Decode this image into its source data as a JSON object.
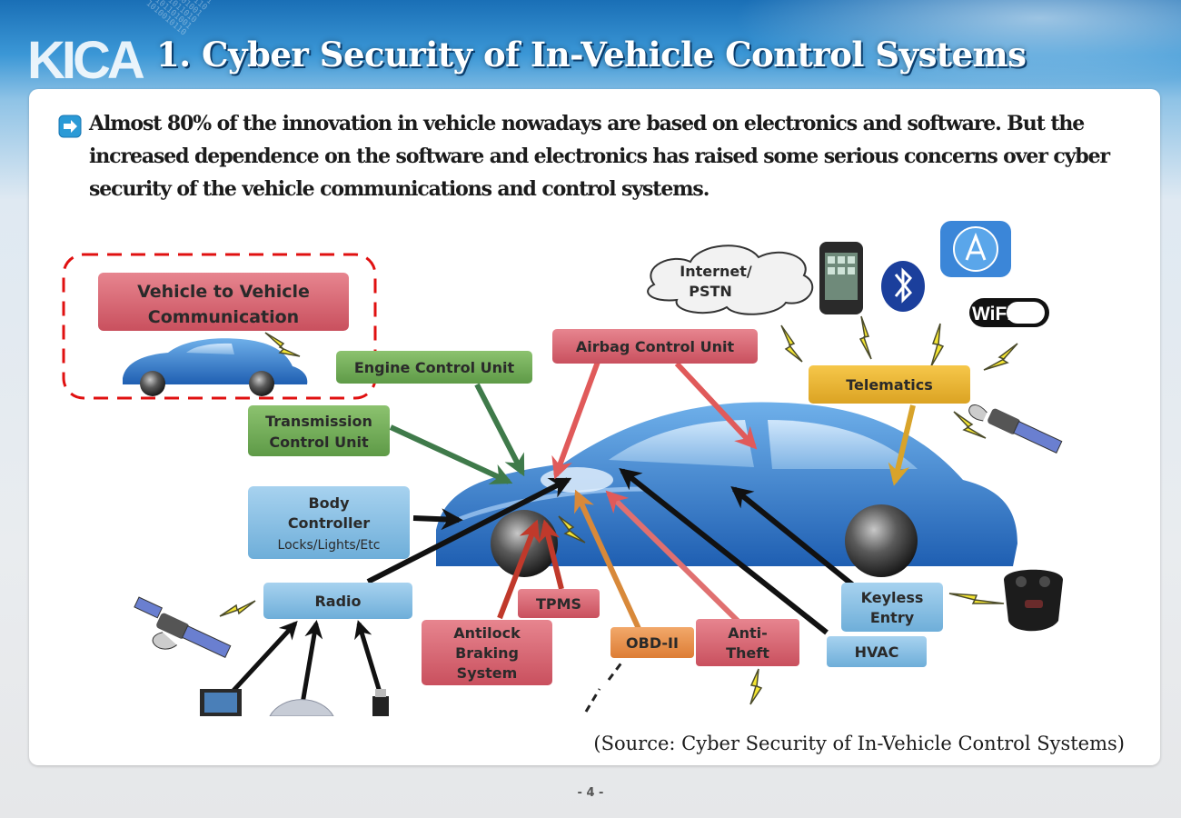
{
  "header": {
    "logo_text": "KICA",
    "title": "1. Cyber Security of In-Vehicle Control Systems"
  },
  "intro": "Almost 80% of the innovation in vehicle nowadays are based on electronics and software. But the increased dependence on the software and electronics has raised some serious concerns over cyber security of the vehicle communications and control systems.",
  "diagram": {
    "v2v_line1": "Vehicle to Vehicle",
    "v2v_line2": "Communication",
    "engine": "Engine Control Unit",
    "transmission_line1": "Transmission",
    "transmission_line2": "Control Unit",
    "body_line1": "Body",
    "body_line2": "Controller",
    "body_line3": "Locks/Lights/Etc",
    "radio": "Radio",
    "tpms": "TPMS",
    "abs_line1": "Antilock",
    "abs_line2": "Braking",
    "abs_line3": "System",
    "obd": "OBD-II",
    "antitheft_line1": "Anti-",
    "antitheft_line2": "Theft",
    "airbag": "Airbag Control Unit",
    "telematics": "Telematics",
    "keyless_line1": "Keyless",
    "keyless_line2": "Entry",
    "hvac": "HVAC",
    "internet_line1": "Internet/",
    "internet_line2": "PSTN",
    "wifi": "WiFi",
    "highlight_color": "#e01010"
  },
  "footer": {
    "source": "(Source: Cyber Security of In-Vehicle Control Systems)",
    "page": "- 4 -"
  }
}
